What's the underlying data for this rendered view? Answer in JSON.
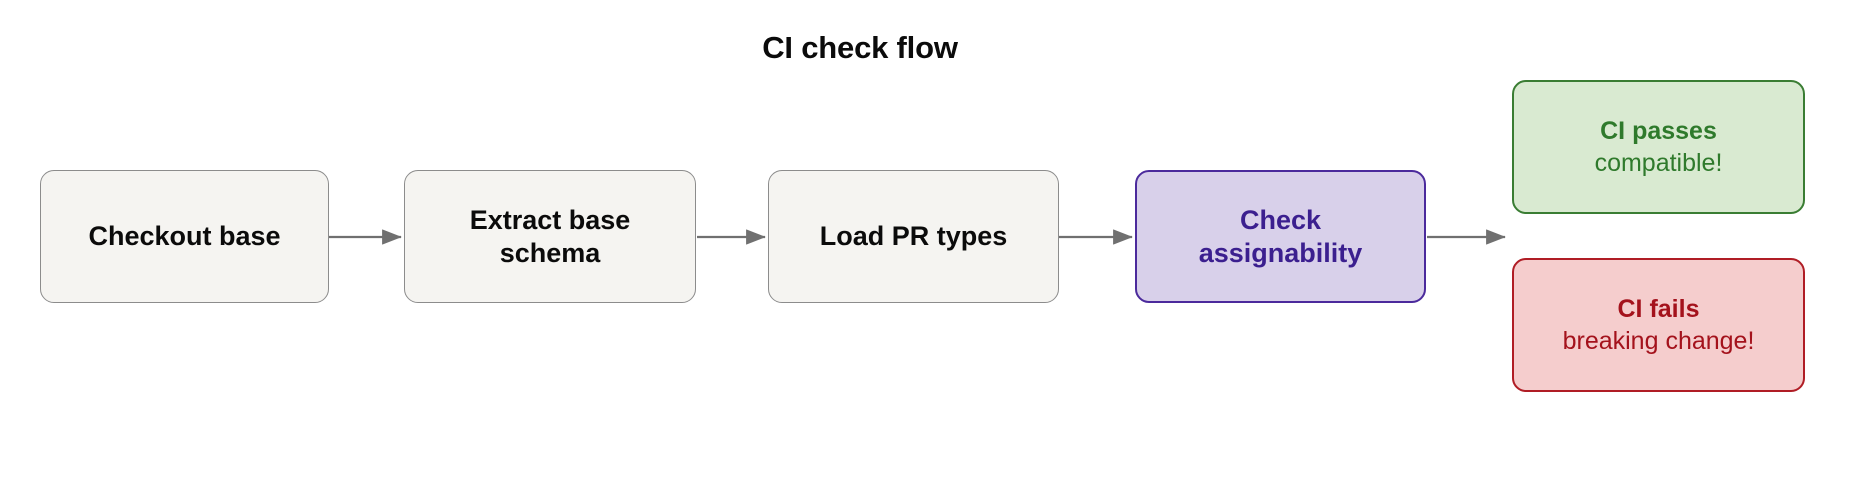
{
  "diagram": {
    "title": "CI check flow",
    "background_color": "#ffffff",
    "edge_color": "#707070",
    "nodes": [
      {
        "id": "checkout-base",
        "label": "Checkout base",
        "type": "process",
        "fill": "#f5f4f1",
        "stroke": "#8c8c8c",
        "text_color": "#0b0b0b"
      },
      {
        "id": "extract-base-schema",
        "label": "Extract base schema",
        "type": "process",
        "fill": "#f5f4f1",
        "stroke": "#8c8c8c",
        "text_color": "#0b0b0b"
      },
      {
        "id": "load-pr-types",
        "label": "Load PR types",
        "type": "process",
        "fill": "#f5f4f1",
        "stroke": "#8c8c8c",
        "text_color": "#0b0b0b"
      },
      {
        "id": "check-assignability",
        "label": "Check assignability",
        "type": "decision",
        "fill": "#d8d0ea",
        "stroke": "#4b2a9c",
        "text_color": "#3b1f8f"
      },
      {
        "id": "ci-passes",
        "title": "CI passes",
        "subtitle": "compatible!",
        "type": "success",
        "fill": "#d9ead1",
        "stroke": "#3a7d33",
        "text_color": "#2f7a2c"
      },
      {
        "id": "ci-fails",
        "title": "CI fails",
        "subtitle": "breaking change!",
        "type": "failure",
        "fill": "#f5cdcd",
        "stroke": "#b01d25",
        "text_color": "#a4121c"
      }
    ],
    "edges": [
      {
        "from": "checkout-base",
        "to": "extract-base-schema"
      },
      {
        "from": "extract-base-schema",
        "to": "load-pr-types"
      },
      {
        "from": "load-pr-types",
        "to": "check-assignability"
      },
      {
        "from": "check-assignability",
        "to": "ci-passes"
      }
    ]
  }
}
